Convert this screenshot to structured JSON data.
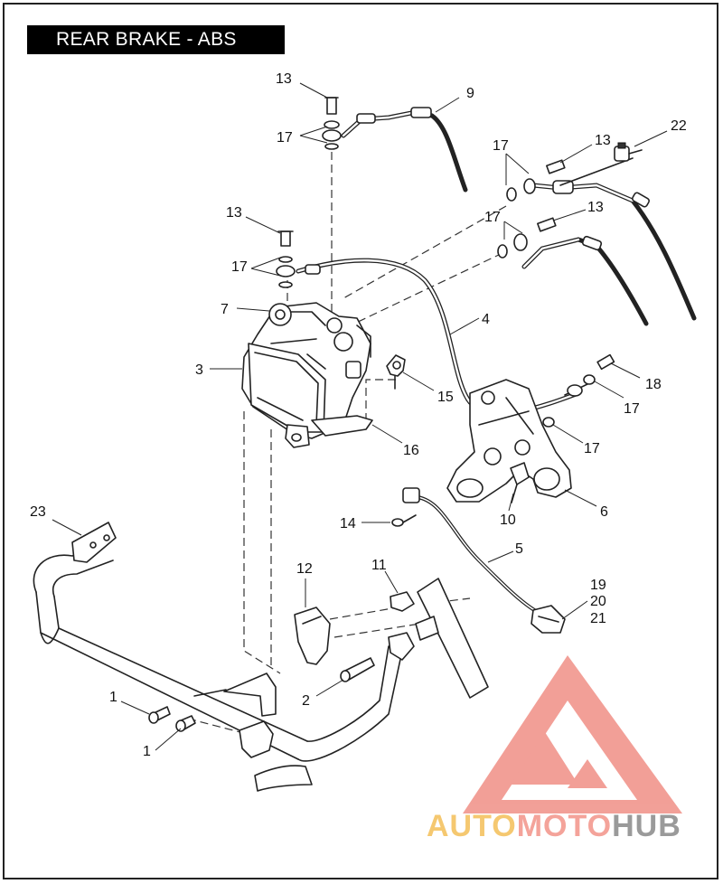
{
  "title": "REAR BRAKE - ABS",
  "callouts": [
    {
      "id": "c13a",
      "text": "13"
    },
    {
      "id": "c9",
      "text": "9"
    },
    {
      "id": "c17a",
      "text": "17"
    },
    {
      "id": "c17b",
      "text": "17"
    },
    {
      "id": "c13b",
      "text": "13"
    },
    {
      "id": "c22",
      "text": "22"
    },
    {
      "id": "c13c",
      "text": "13"
    },
    {
      "id": "c17c",
      "text": "17"
    },
    {
      "id": "c13d",
      "text": "13"
    },
    {
      "id": "c17d",
      "text": "17"
    },
    {
      "id": "c7",
      "text": "7"
    },
    {
      "id": "c4",
      "text": "4"
    },
    {
      "id": "c3",
      "text": "3"
    },
    {
      "id": "c15",
      "text": "15"
    },
    {
      "id": "c18",
      "text": "18"
    },
    {
      "id": "c17e",
      "text": "17"
    },
    {
      "id": "c16",
      "text": "16"
    },
    {
      "id": "c17f",
      "text": "17"
    },
    {
      "id": "c6",
      "text": "6"
    },
    {
      "id": "c10",
      "text": "10"
    },
    {
      "id": "c23",
      "text": "23"
    },
    {
      "id": "c14",
      "text": "14"
    },
    {
      "id": "c5",
      "text": "5"
    },
    {
      "id": "c12",
      "text": "12"
    },
    {
      "id": "c11",
      "text": "11"
    },
    {
      "id": "c19",
      "text": "19"
    },
    {
      "id": "c20",
      "text": "20"
    },
    {
      "id": "c21",
      "text": "21"
    },
    {
      "id": "c1a",
      "text": "1"
    },
    {
      "id": "c2",
      "text": "2"
    },
    {
      "id": "c1b",
      "text": "1"
    }
  ],
  "watermark": {
    "part1": "AUTO",
    "part2": "MOTO",
    "part3": "HUB",
    "colors": {
      "auto": "#f5c870",
      "moto": "#f4a39a",
      "hub": "#9a9a9a",
      "logo": "#f08f86"
    }
  }
}
